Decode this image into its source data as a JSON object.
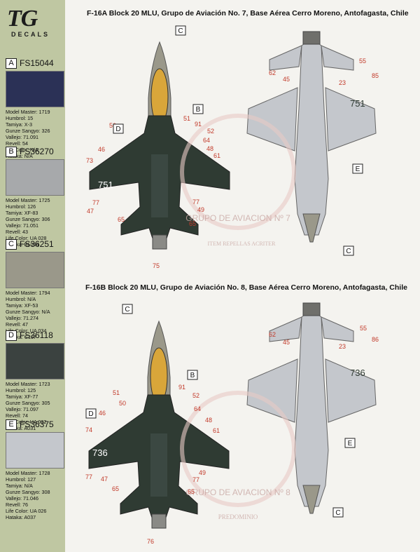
{
  "logo": {
    "brand": "TG",
    "sub": "DECALS"
  },
  "colors": [
    {
      "letter": "A",
      "code": "FS15044",
      "swatch": "#2b3156",
      "paints": [
        "Model Master: 1719",
        "Humbrol: 15",
        "Tamiya: X-3",
        "Gunze Sangyo: 326",
        "Vallejo: 71.091",
        "Revell: 54",
        "Life Color: N/A",
        "Hataka: N/A"
      ]
    },
    {
      "letter": "B",
      "code": "FS36270",
      "swatch": "#a7a9ab",
      "paints": [
        "Model Master: 1725",
        "Humbrol: 126",
        "Tamiya: XF-83",
        "Gunze Sangyo: 306",
        "Vallejo: 71.051",
        "Revell: 43",
        "Life Color: UA 028",
        "Hataka: BL054"
      ]
    },
    {
      "letter": "C",
      "code": "FS36251",
      "swatch": "#9a988a",
      "paints": [
        "Model Master: 1794",
        "Humbrol: N/A",
        "Tamiya: XF-53",
        "Gunze Sangyo: N/A",
        "Vallejo: 71.274",
        "Revell: 47",
        "Life Color: UA 034",
        "Hataka: C157"
      ]
    },
    {
      "letter": "D",
      "code": "FS36118",
      "swatch": "#3b4240",
      "paints": [
        "Model Master: 1723",
        "Humbrol: 125",
        "Tamiya: XF-77",
        "Gunze Sangyo: 305",
        "Vallejo: 71.097",
        "Revell: 74",
        "Life Color: UA 022",
        "Hataka: A031"
      ]
    },
    {
      "letter": "E",
      "code": "FS36375",
      "swatch": "#c4c7cc",
      "paints": [
        "Model Master: 1728",
        "Humbrol: 127",
        "Tamiya: N/A",
        "Gunze Sangyo: 308",
        "Vallejo: 71.046",
        "Revell: 76",
        "Life Color: UA 026",
        "Hataka: A037"
      ]
    }
  ],
  "section1": {
    "title": "F-16A Block 20 MLU, Grupo de Aviación No. 7, Base Aérea Cerro Moreno, Antofagasta, Chile",
    "tail_number": "751",
    "crest_motto": "GRUPO DE AVIACION Nº 7",
    "crest_scroll": "ITEM REPELLAS ACRITER",
    "top_callouts": [
      "50",
      "46",
      "73",
      "77",
      "47",
      "65",
      "75",
      "51",
      "91",
      "52",
      "64",
      "48",
      "61",
      "49",
      "77",
      "65"
    ],
    "top_letters": [
      "C",
      "B",
      "D"
    ],
    "bottom_callouts": [
      "62",
      "45",
      "55",
      "85",
      "23"
    ],
    "bottom_letters": [
      "E",
      "C"
    ]
  },
  "section2": {
    "title": "F-16B Block 20 MLU, Grupo de Aviación No. 8, Base Aérea Cerro Moreno, Antofagasta, Chile",
    "tail_number": "736",
    "crest_motto": "GRUPO DE AVIACION Nº 8",
    "crest_scroll": "PREDOMINIO",
    "top_callouts": [
      "51",
      "50",
      "46",
      "74",
      "77",
      "47",
      "65",
      "76",
      "91",
      "52",
      "64",
      "48",
      "61",
      "49",
      "77",
      "65"
    ],
    "top_letters": [
      "C",
      "B",
      "D"
    ],
    "bottom_callouts": [
      "62",
      "45",
      "55",
      "86",
      "23"
    ],
    "bottom_letters": [
      "E",
      "C"
    ]
  }
}
